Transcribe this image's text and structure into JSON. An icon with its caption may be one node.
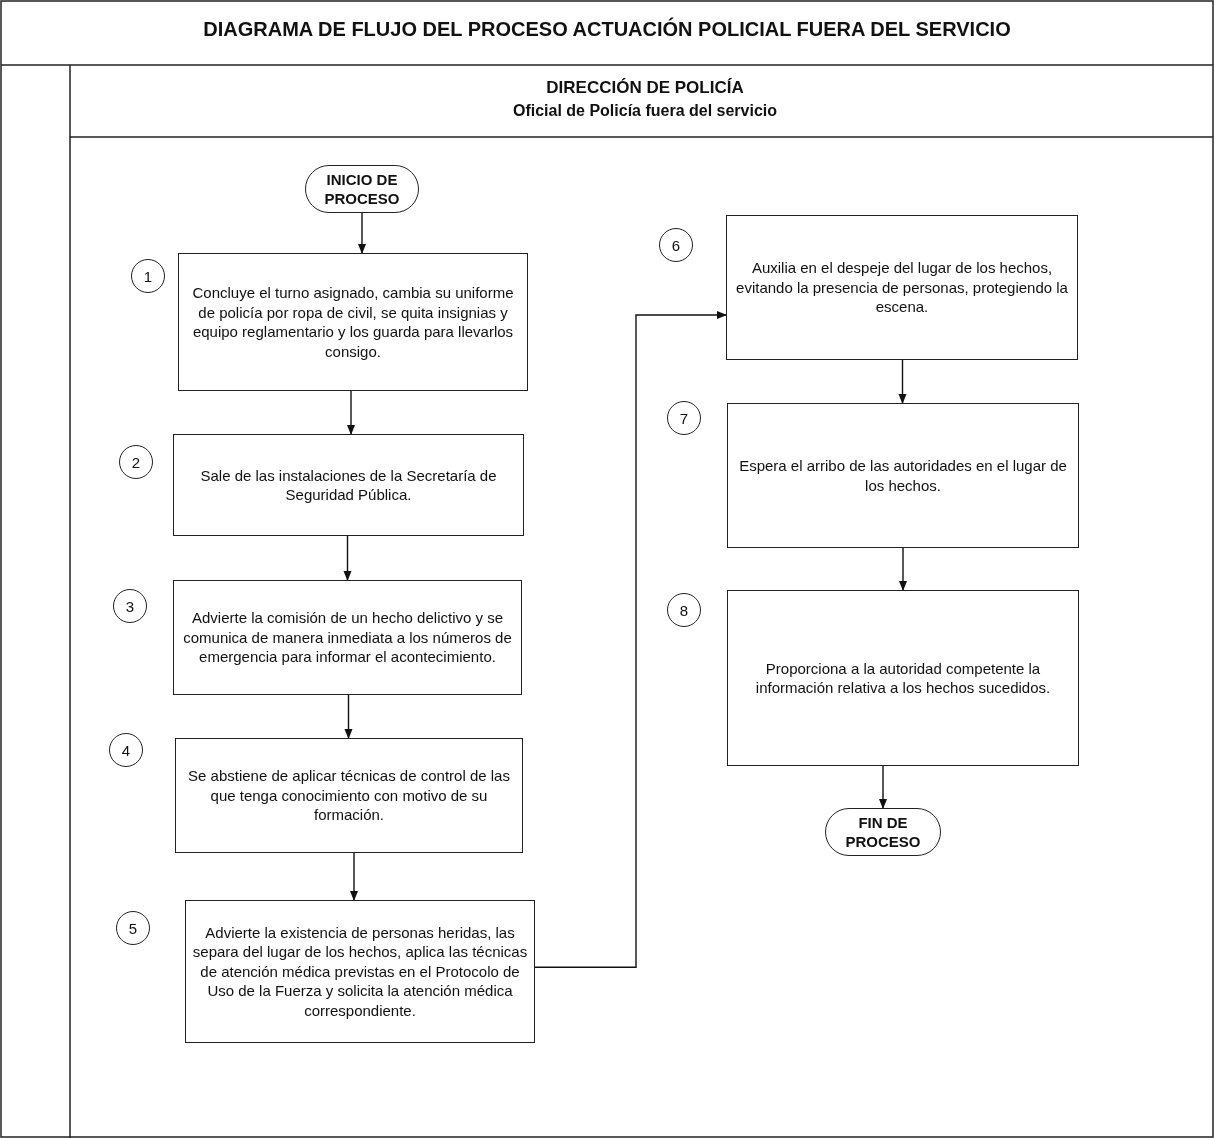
{
  "diagram": {
    "title": "DIAGRAMA DE FLUJO DEL PROCESO ACTUACIÓN POLICIAL FUERA DEL SERVICIO",
    "nodes": [
      {
        "text": [
          "INICIO DE PROCESO"
        ]
      },
      {
        "text": [
          "Concluye el turno asignado, cambia su uniforme de policía por ropa de civil, se quita insignias y equipo reglamentario y los guarda para llevarlos consigo."
        ]
      },
      {
        "text": [
          "Sale de las instalaciones de la Secretaría de Seguridad Pública."
        ]
      },
      {
        "text": [
          "Advierte la comisión de un hecho delictivo y se comunica de manera inmediata a los números de emergencia para informar el acontecimiento."
        ]
      },
      {
        "text": [
          "Se abstiene de aplicar técnicas de control de las que tenga conocimiento con motivo de su formación."
        ]
      },
      {
        "text": [
          "Advierte la existencia de personas heridas, las separa del lugar de los hechos, aplica las técnicas de atención médica previstas en el Protocolo de Uso de la Fuerza y solicita la atención médica correspondiente."
        ]
      },
      {
        "text": [
          "Auxilia en el despeje del lugar de los hechos, evitando la presencia de personas, protegiendo la escena."
        ]
      },
      {
        "text": [
          "Espera el arribo de las autoridades en el lugar de los hechos."
        ]
      },
      {
        "text": [
          "Proporciona a la autoridad competente la información relativa a los hechos sucedidos."
        ]
      },
      {
        "text": [
          "FIN DE PROCESO"
        ]
      }
    ],
    "edges": [
      {
        "from": 0,
        "to": 1,
        "arrow": "to"
      },
      {
        "from": 1,
        "to": 2,
        "arrow": "to"
      },
      {
        "from": 2,
        "to": 3,
        "arrow": "to"
      },
      {
        "from": 3,
        "to": 4,
        "arrow": "to"
      },
      {
        "from": 4,
        "to": 5,
        "arrow": "to"
      },
      {
        "from": 5,
        "to": 6,
        "arrow": "to"
      },
      {
        "from": 6,
        "to": 7,
        "arrow": "to"
      },
      {
        "from": 7,
        "to": 8,
        "arrow": "to"
      },
      {
        "from": 8,
        "to": 9,
        "arrow": "to"
      }
    ],
    "labels": [
      "DIRECCIÓN DE POLICÍA",
      "Oficial de Policía fuera del servicio",
      "1",
      "6",
      "2",
      "7",
      "3",
      "8",
      "4",
      "5"
    ]
  }
}
